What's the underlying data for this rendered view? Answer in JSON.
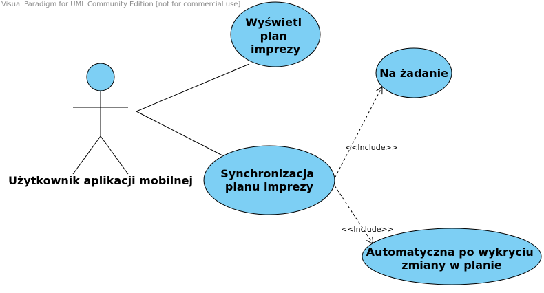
{
  "watermark": "Visual Paradigm for UML Community Edition [not for commercial use]",
  "colors": {
    "usecase_fill": "#7dcff4",
    "stroke": "#000000"
  },
  "actor": {
    "name": "Użytkownik aplikacji mobilnej"
  },
  "use_cases": {
    "view_plan": [
      "Wyświetl",
      "plan",
      "imprezy"
    ],
    "sync_plan": [
      "Synchronizacja",
      "planu imprezy"
    ],
    "on_demand": [
      "Na żadanie"
    ],
    "auto_sync": [
      "Automatyczna po wykryciu",
      "zmiany w planie"
    ]
  },
  "relations": {
    "include_on_demand": "<<Include>>",
    "include_auto": "<<Include>>"
  }
}
